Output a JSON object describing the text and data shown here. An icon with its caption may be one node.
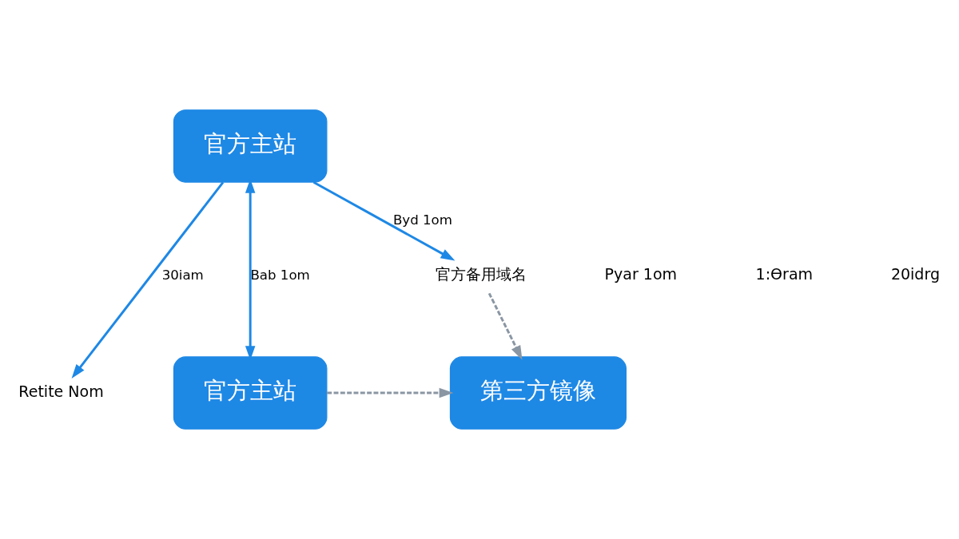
{
  "diagram": {
    "nodes": [
      {
        "text": [
          "官方主站"
        ]
      },
      {
        "text": [
          "官方主站"
        ]
      },
      {
        "text": [
          "第三方镜像"
        ]
      },
      {
        "text": [
          "官方备用域名"
        ]
      },
      {
        "text": [
          "Retite Nom"
        ]
      }
    ],
    "edges": [
      {
        "from": 1,
        "to": 0,
        "arrow": "both",
        "label": "Bab 1om",
        "color": "#1e88e5"
      },
      {
        "from": 0,
        "to": 3,
        "arrow": "to",
        "label": "Byd 1om",
        "color": "#1e88e5"
      },
      {
        "from": 0,
        "to": 4,
        "arrow": "to",
        "label": "30iam",
        "color": "#1e88e5"
      },
      {
        "from": 3,
        "to": 2,
        "arrow": "to",
        "style": "dashed",
        "color": "#8a96a3"
      },
      {
        "from": 1,
        "to": 2,
        "arrow": "to",
        "style": "dashed",
        "color": "#8a96a3"
      }
    ],
    "labels": [
      "Pyar 1om",
      "1:Өram",
      "20idrg"
    ]
  }
}
